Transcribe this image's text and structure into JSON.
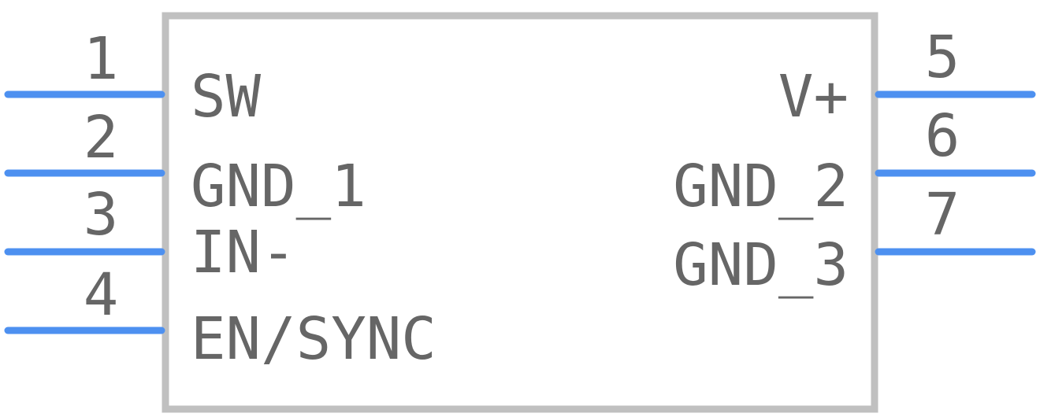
{
  "colors": {
    "body_outline": "#c0c0c0",
    "pin_line": "#4d90f0",
    "text": "#666666",
    "background": "#ffffff"
  },
  "pins": [
    {
      "number": "1",
      "name": "SW"
    },
    {
      "number": "2",
      "name": "GND_1"
    },
    {
      "number": "3",
      "name": "IN-"
    },
    {
      "number": "4",
      "name": "EN/SYNC"
    },
    {
      "number": "5",
      "name": "V+"
    },
    {
      "number": "6",
      "name": "GND_2"
    },
    {
      "number": "7",
      "name": "GND_3"
    }
  ]
}
